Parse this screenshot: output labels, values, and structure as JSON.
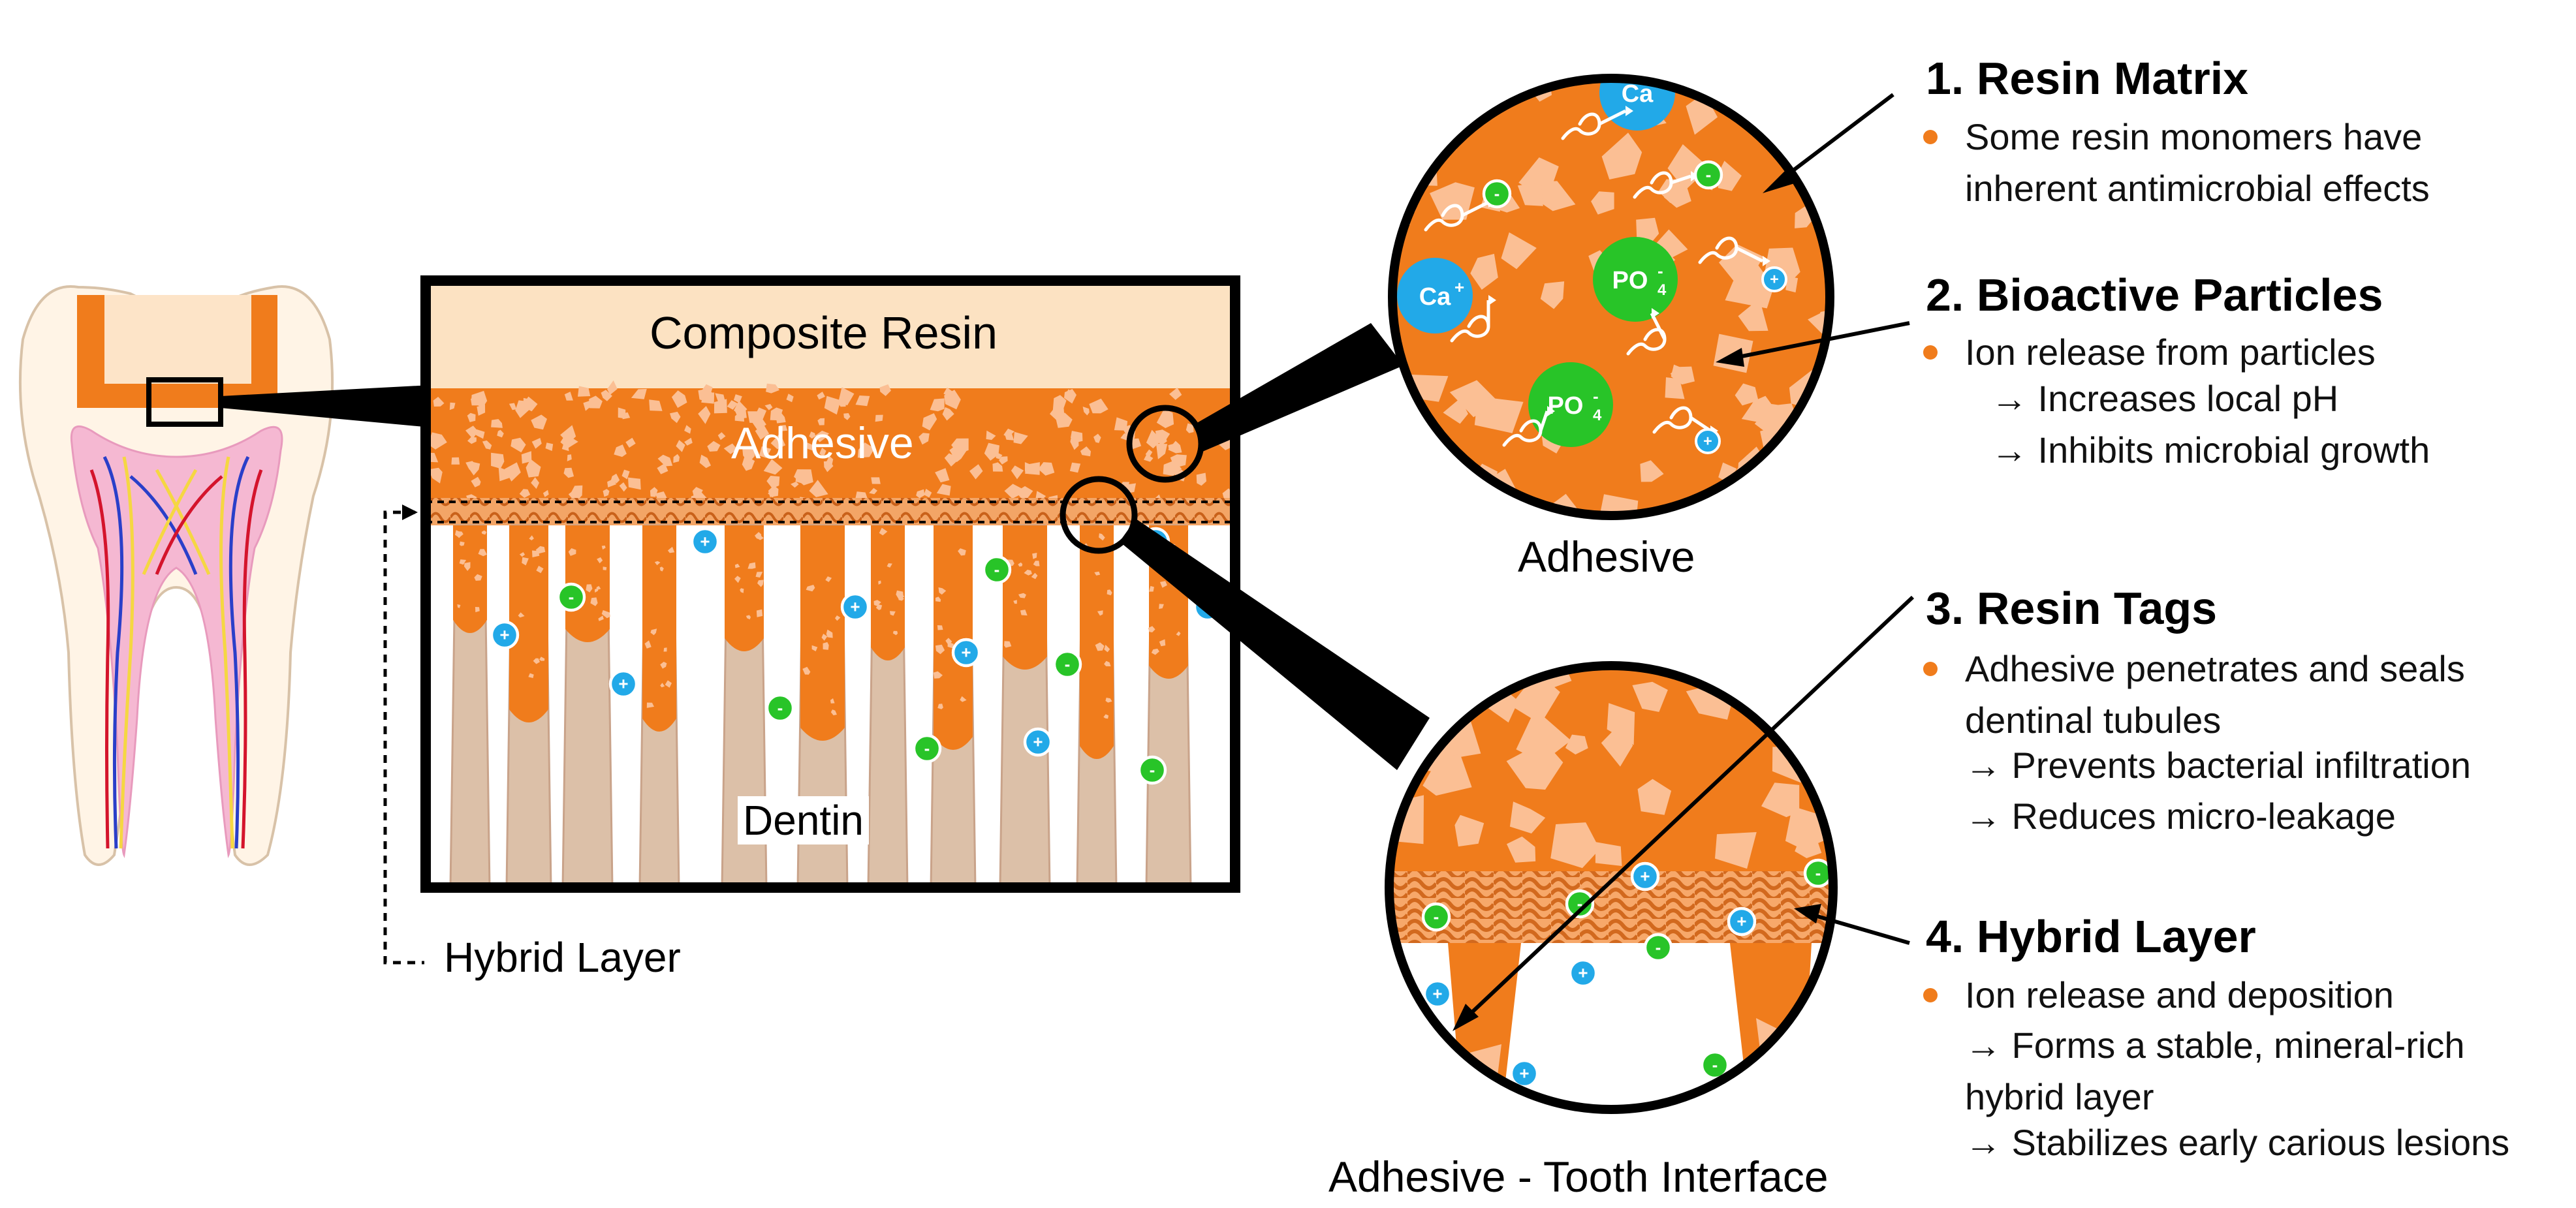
{
  "colors": {
    "orange": "#f07c1c",
    "resin_peach": "#fce2c2",
    "dentin_tan": "#dcc0a8",
    "pulp_pink": "#f5b8d2",
    "cation_blue": "#22a9e8",
    "anion_green": "#28c428"
  },
  "icons": {
    "cation": "plus-ion-icon",
    "anion": "minus-ion-icon",
    "bacteria": "bacterium-icon"
  },
  "box": {
    "composite_resin": "Composite Resin",
    "adhesive": "Adhesive",
    "dentin": "Dentin",
    "hybrid_layer": "Hybrid Layer"
  },
  "zoom": {
    "adhesive_caption": "Adhesive",
    "interface_caption": "Adhesive - Tooth Interface",
    "ca_label": "Ca",
    "ca_charge": "+",
    "po_label": "PO",
    "po_sub": "4",
    "po_charge": "-",
    "plus": "+",
    "minus": "-"
  },
  "sections": [
    {
      "title": "1. Resin Matrix",
      "bullet": "Some resin monomers have inherent antimicrobial effects",
      "subs": []
    },
    {
      "title": "2. Bioactive Particles",
      "bullet": "Ion release from particles",
      "subs": [
        "→ Increases local pH",
        "→ Inhibits microbial growth"
      ]
    },
    {
      "title": "3. Resin Tags",
      "bullet": "Adhesive penetrates and seals dentinal tubules",
      "subs": [
        "→ Prevents bacterial infiltration",
        "→ Reduces micro-leakage"
      ]
    },
    {
      "title": "4. Hybrid Layer",
      "bullet": "Ion release and deposition",
      "subs": [
        "→ Forms a stable, mineral-rich hybrid layer",
        "→ Stabilizes early carious lesions"
      ]
    }
  ]
}
